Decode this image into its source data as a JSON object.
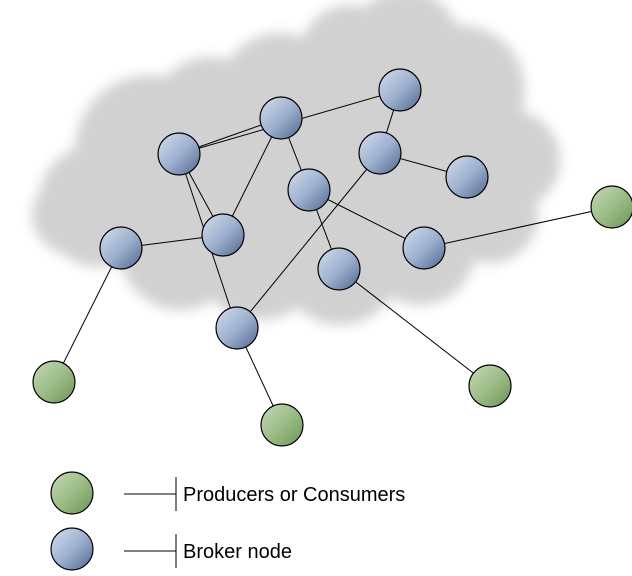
{
  "diagram": {
    "colors": {
      "cloud": "#c9c9c9",
      "broker_light": "#d4dcea",
      "broker_dark": "#4f6690",
      "endpoint_light": "#c7d8b9",
      "endpoint_dark": "#6a9556",
      "edge": "#000000"
    },
    "nodes": [
      {
        "id": "b1",
        "kind": "broker"
      },
      {
        "id": "b2",
        "kind": "broker"
      },
      {
        "id": "b3",
        "kind": "broker"
      },
      {
        "id": "b4",
        "kind": "broker"
      },
      {
        "id": "b5",
        "kind": "broker"
      },
      {
        "id": "b6",
        "kind": "broker"
      },
      {
        "id": "b7",
        "kind": "broker"
      },
      {
        "id": "b8",
        "kind": "broker"
      },
      {
        "id": "b9",
        "kind": "broker"
      },
      {
        "id": "b10",
        "kind": "broker"
      },
      {
        "id": "b11",
        "kind": "broker"
      },
      {
        "id": "e1",
        "kind": "endpoint"
      },
      {
        "id": "e2",
        "kind": "endpoint"
      },
      {
        "id": "e3",
        "kind": "endpoint"
      },
      {
        "id": "e4",
        "kind": "endpoint"
      }
    ],
    "edges": [
      [
        "b1",
        "b2"
      ],
      [
        "b2",
        "b3"
      ],
      [
        "b1",
        "b3"
      ],
      [
        "b3",
        "b4"
      ],
      [
        "b4",
        "e1"
      ],
      [
        "b1",
        "b5"
      ],
      [
        "b5",
        "b6"
      ],
      [
        "b6",
        "b9"
      ],
      [
        "b6",
        "b7"
      ],
      [
        "b2",
        "b8"
      ],
      [
        "b8",
        "b10"
      ],
      [
        "b10",
        "e2"
      ],
      [
        "b7",
        "e3"
      ],
      [
        "b8",
        "b11"
      ],
      [
        "b11",
        "e4"
      ],
      [
        "b1",
        "b7"
      ]
    ]
  },
  "legend": {
    "items": [
      {
        "kind": "endpoint",
        "label": "Producers or Consumers"
      },
      {
        "kind": "broker",
        "label": "Broker node"
      }
    ]
  }
}
